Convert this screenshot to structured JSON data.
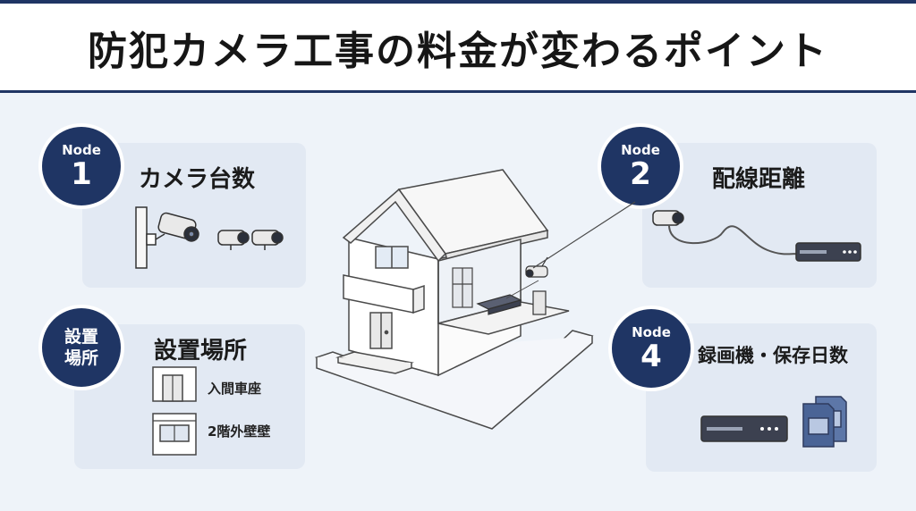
{
  "header": {
    "title": "防犯カメラ工事の料金が変わるポイント"
  },
  "cards": [
    {
      "badge_top": "Node",
      "badge_num": "1",
      "title": "カメラ台数"
    },
    {
      "badge_top": "Node",
      "badge_num": "2",
      "title": "配線距離"
    },
    {
      "badge_line1": "設置",
      "badge_line2": "場所",
      "title": "設置場所",
      "sub_items": [
        "入間車座",
        "2階外壁壁"
      ]
    },
    {
      "badge_top": "Node",
      "badge_num": "4",
      "title": "録画機・保存日数"
    }
  ],
  "colors": {
    "navy": "#1f3564",
    "card": "#e2e9f3",
    "background": "#eef3f9"
  }
}
